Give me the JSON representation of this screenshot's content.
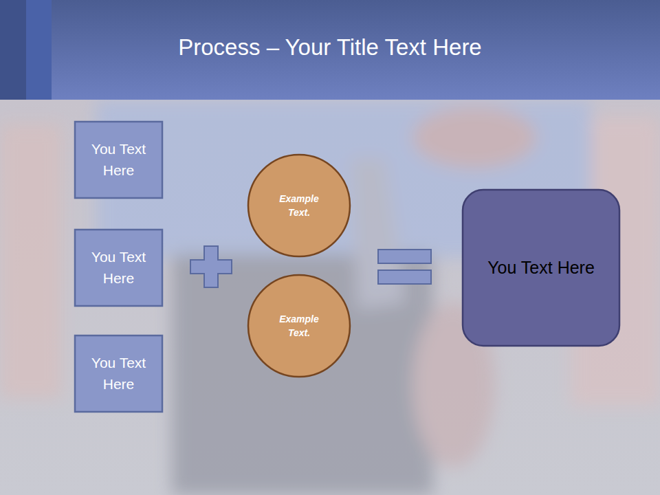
{
  "diagram": {
    "title": "Process – Your Title Text Here",
    "nodes": [
      {
        "text": [
          "You Text Here"
        ]
      },
      {
        "text": [
          "You Text Here"
        ]
      },
      {
        "text": [
          "You Text Here"
        ]
      },
      {
        "text": [
          "Example Text."
        ]
      },
      {
        "text": [
          "Example Text."
        ]
      },
      {
        "text": [
          "You Text Here"
        ]
      }
    ]
  }
}
